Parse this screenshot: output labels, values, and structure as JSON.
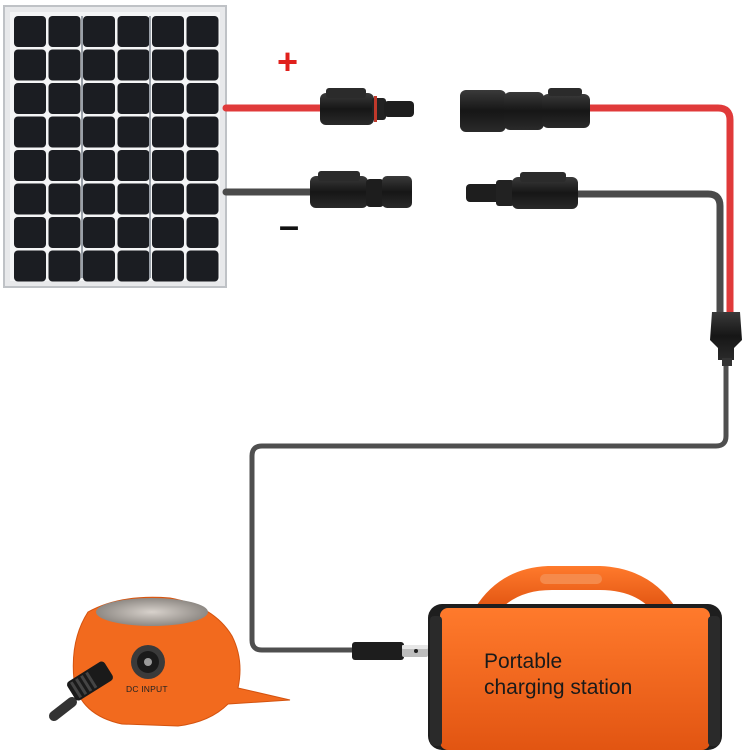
{
  "polarity": {
    "positive": "+",
    "negative": "–"
  },
  "station": {
    "line1": "Portable",
    "line2": "charging station"
  },
  "port": {
    "label": "DC INPUT"
  },
  "colors": {
    "positive_wire": "#e03a3a",
    "negative_wire": "#4a4a4a",
    "station_body": "#f2621c",
    "panel_cell": "#1b1d22"
  }
}
